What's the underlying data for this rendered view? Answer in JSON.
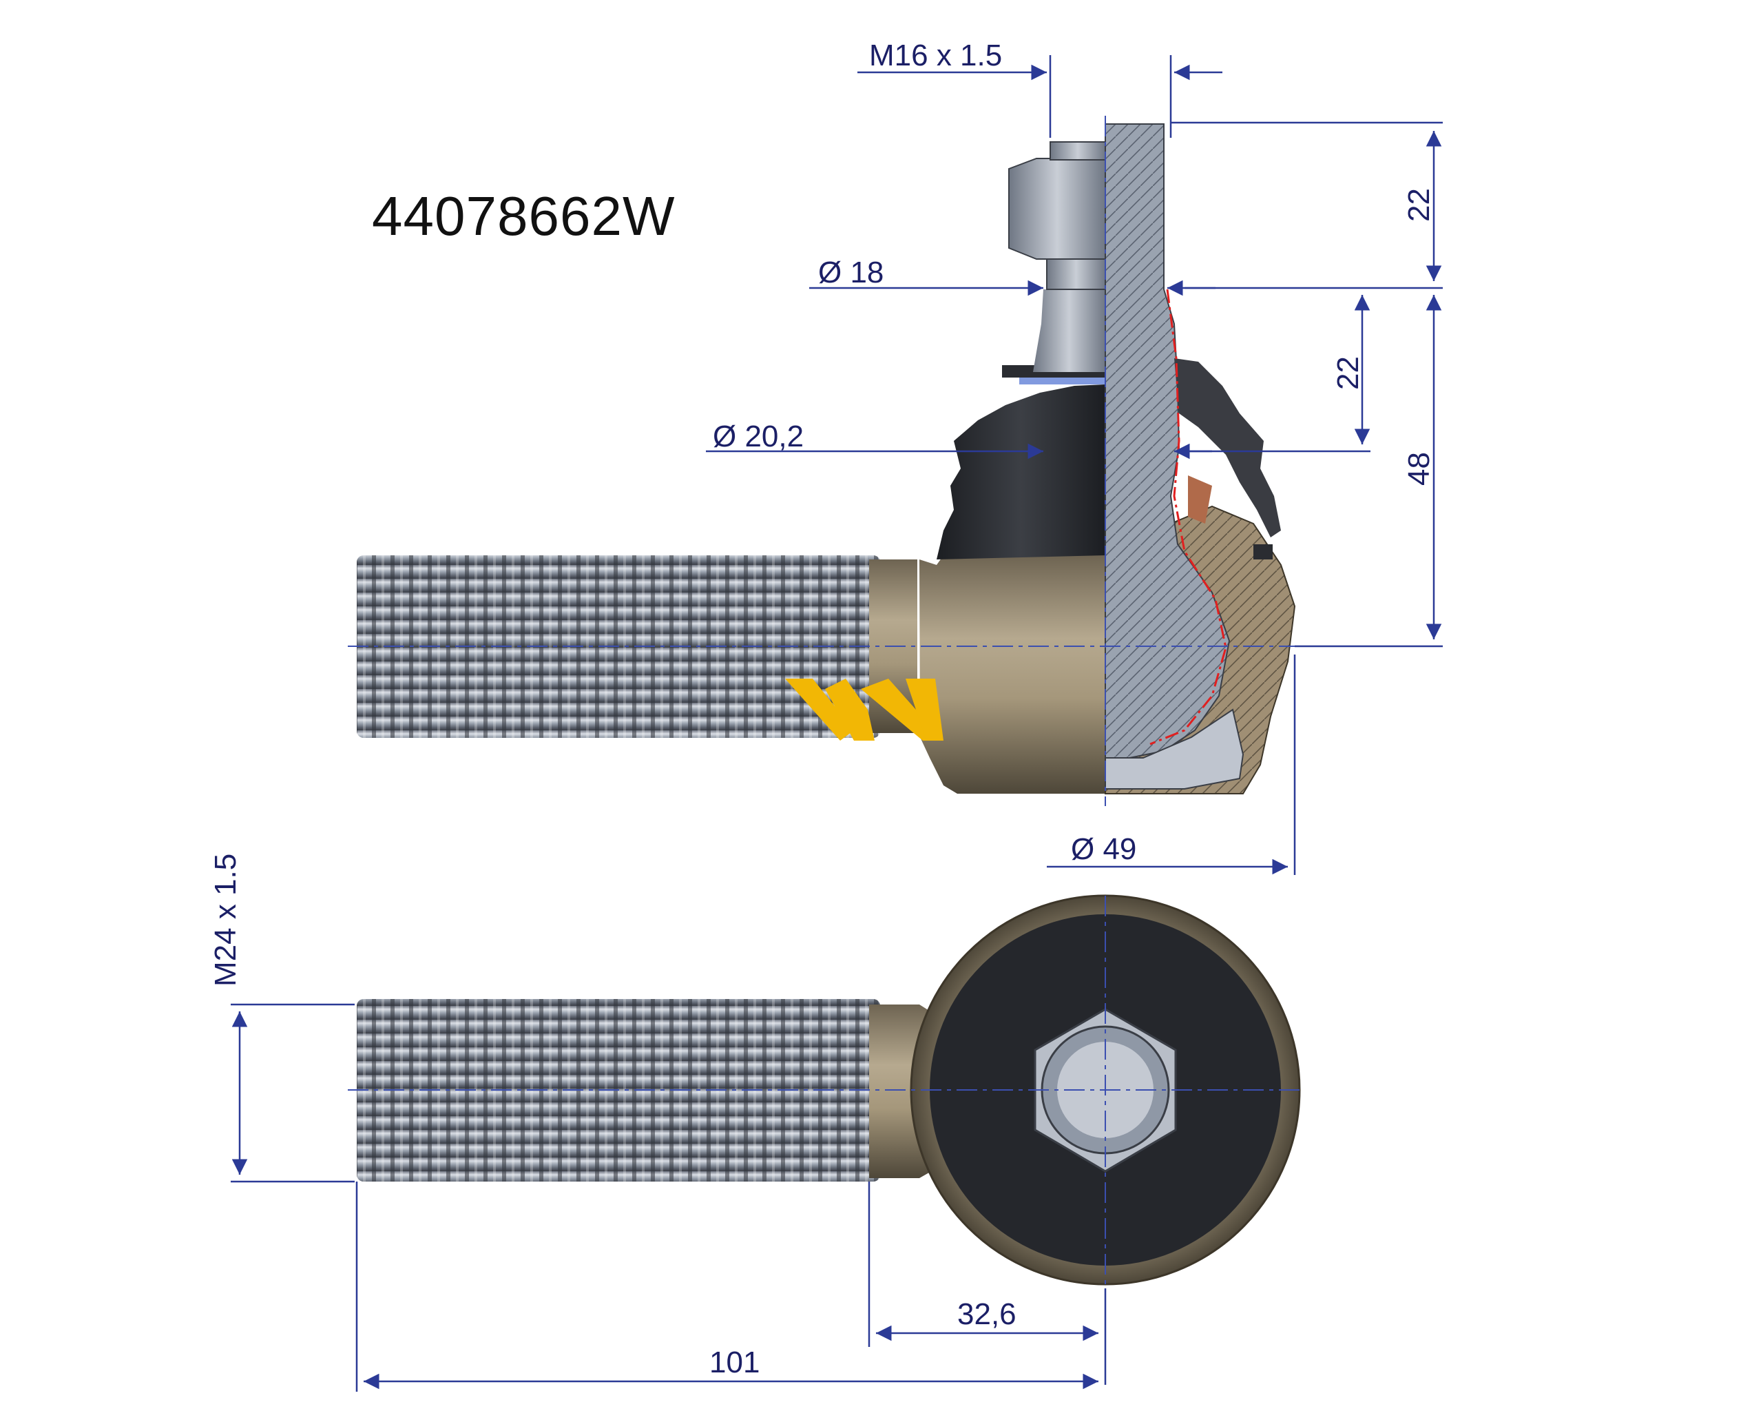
{
  "part_number": "44078662W",
  "dimensions": {
    "thread_pin": "M16 x 1.5",
    "dia_18": "Ø 18",
    "dia_20_2": "Ø 20,2",
    "dia_49": "Ø 49",
    "height_22_top": "22",
    "height_22_mid": "22",
    "height_48": "48",
    "thread_shank": "M24 x 1.5",
    "length_32_6": "32,6",
    "length_101": "101"
  },
  "colors": {
    "dimension_lines": "#2b3a96",
    "dimension_text": "#1b1f66",
    "logo_yellow": "#f2b705",
    "section_red": "#e02020",
    "housing": "#9a8a6e",
    "boot": "#2e3034",
    "steel": "#8f98a6"
  },
  "logo": "W-logo"
}
